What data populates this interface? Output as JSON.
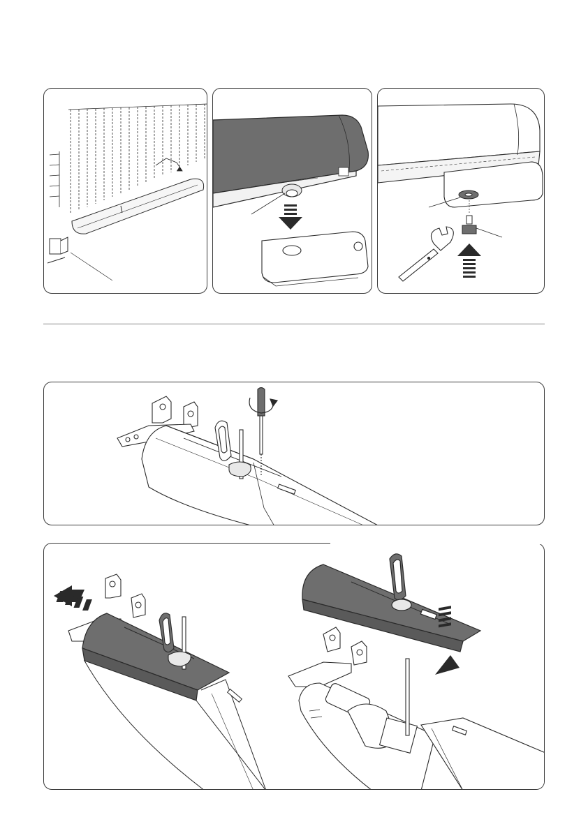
{
  "page": {
    "background": "#ffffff"
  },
  "colors": {
    "line": "#2a2a2a",
    "gray_cover": "#6e6e6e",
    "light_fill": "#f4f4f4",
    "separator": "#dcdcdc"
  },
  "figures": [
    {
      "name": "gate-operator-mounted-on-gate",
      "icons": [
        "gate-icon",
        "operator-icon",
        "bracket-icon"
      ]
    },
    {
      "name": "operator-lowered-onto-bracket",
      "icons": [
        "down-arrow-icon",
        "bracket-plate-icon"
      ]
    },
    {
      "name": "bolt-fastening-with-wrench",
      "icons": [
        "wrench-icon",
        "bolt-icon",
        "up-arrow-icon"
      ]
    },
    {
      "name": "unscrew-cover-screw",
      "icons": [
        "screwdriver-icon",
        "rotate-arrow-icon"
      ]
    },
    {
      "name": "slide-and-lift-cover",
      "icons": [
        "left-arrow-icon",
        "up-arrow-icon",
        "motor-icon"
      ]
    }
  ]
}
